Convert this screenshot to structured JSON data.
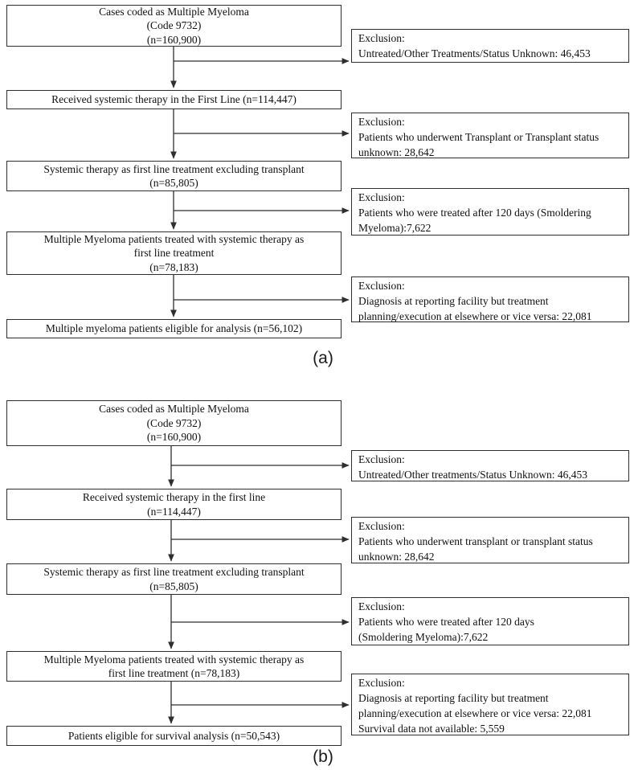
{
  "colors": {
    "box_border": "#2e2e2e",
    "background": "#ffffff",
    "text": "#101010"
  },
  "panel_a": {
    "label": "(a)",
    "steps": [
      {
        "lines": [
          "Cases coded as Multiple Myeloma",
          "(Code 9732)",
          "(n=160,900)"
        ]
      },
      {
        "lines": [
          "Received systemic therapy in the First Line (n=114,447)"
        ]
      },
      {
        "lines": [
          "Systemic therapy as first line treatment excluding transplant",
          "(n=85,805)"
        ]
      },
      {
        "lines": [
          "Multiple Myeloma patients treated with systemic therapy as",
          "first line treatment",
          "(n=78,183)"
        ]
      },
      {
        "lines": [
          "Multiple myeloma patients eligible for analysis (n=56,102)"
        ]
      }
    ],
    "exclusions": [
      {
        "lines": [
          "Exclusion:",
          "Untreated/Other Treatments/Status Unknown: 46,453"
        ]
      },
      {
        "lines": [
          "Exclusion:",
          "Patients who underwent Transplant or Transplant status",
          "unknown: 28,642"
        ]
      },
      {
        "lines": [
          "Exclusion:",
          "Patients who were treated after 120 days (Smoldering",
          "Myeloma):7,622"
        ]
      },
      {
        "lines": [
          "Exclusion:",
          "Diagnosis at reporting facility but  treatment",
          "planning/execution at elsewhere or vice versa: 22,081"
        ]
      }
    ]
  },
  "panel_b": {
    "label": "(b)",
    "steps": [
      {
        "lines": [
          "Cases coded as Multiple Myeloma",
          "(Code 9732)",
          "(n=160,900)"
        ]
      },
      {
        "lines": [
          "Received systemic therapy in the first line",
          "(n=114,447)"
        ]
      },
      {
        "lines": [
          "Systemic therapy as first line treatment excluding transplant",
          "(n=85,805)"
        ]
      },
      {
        "lines": [
          "Multiple Myeloma patients treated with systemic therapy as",
          "first line treatment (n=78,183)"
        ]
      },
      {
        "lines": [
          "Patients eligible for survival analysis (n=50,543)"
        ]
      }
    ],
    "exclusions": [
      {
        "lines": [
          "Exclusion:",
          "Untreated/Other treatments/Status Unknown: 46,453"
        ]
      },
      {
        "lines": [
          "Exclusion:",
          "Patients who underwent transplant or transplant status",
          "unknown: 28,642"
        ]
      },
      {
        "lines": [
          "Exclusion:",
          "Patients who were treated after 120 days",
          "(Smoldering Myeloma):7,622"
        ]
      },
      {
        "lines": [
          "Exclusion:",
          "Diagnosis at reporting facility but  treatment",
          "planning/execution at elsewhere or vice versa: 22,081",
          "Survival data not available: 5,559"
        ]
      }
    ]
  }
}
